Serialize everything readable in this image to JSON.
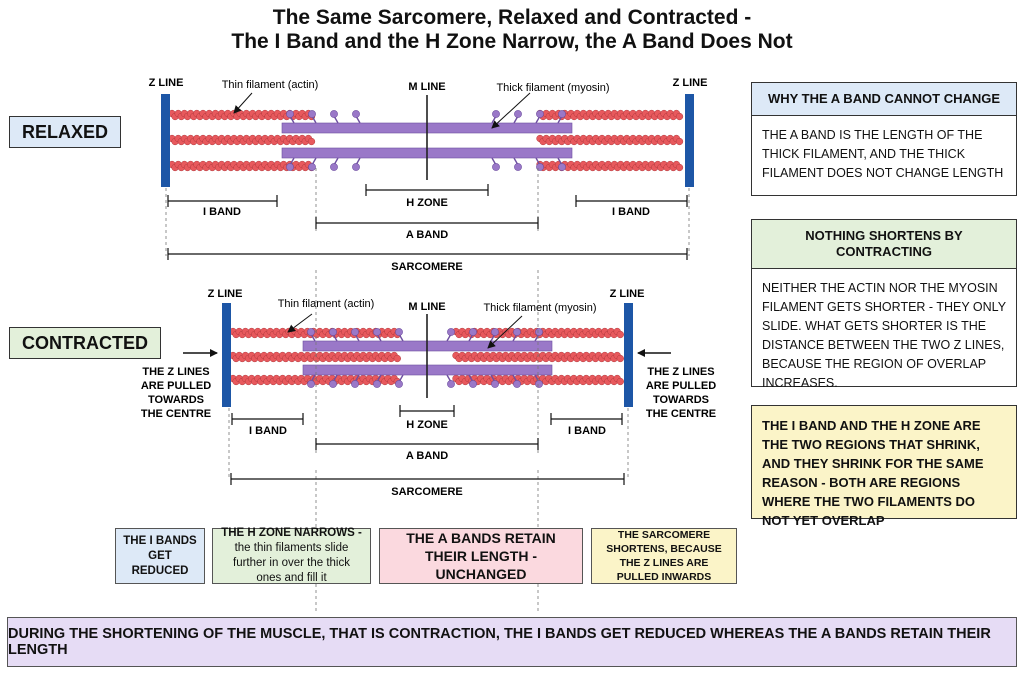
{
  "title": {
    "line1": "The Same Sarcomere, Relaxed and Contracted -",
    "line2": "The I Band and the H Zone Narrow, the A Band Does Not"
  },
  "relaxed": {
    "state_label": "RELAXED",
    "z_line_left": "Z LINE",
    "z_line_right": "Z LINE",
    "m_line": "M LINE",
    "thin_filament": "Thin filament (actin)",
    "thick_filament": "Thick filament (myosin)",
    "h_zone": "H ZONE",
    "i_band_left": "I BAND",
    "i_band_right": "I BAND",
    "a_band": "A BAND",
    "sarcomere": "SARCOMERE"
  },
  "contracted": {
    "state_label": "CONTRACTED",
    "z_line_left": "Z LINE",
    "z_line_right": "Z LINE",
    "m_line": "M LINE",
    "thin_filament": "Thin filament (actin)",
    "thick_filament": "Thick filament (myosin)",
    "h_zone": "H ZONE",
    "i_band_left": "I BAND",
    "i_band_right": "I BAND",
    "a_band": "A BAND",
    "sarcomere": "SARCOMERE",
    "pull_left": [
      "THE Z LINES",
      "ARE PULLED",
      "TOWARDS",
      "THE CENTRE"
    ],
    "pull_right": [
      "THE Z LINES",
      "ARE PULLED",
      "TOWARDS",
      "THE CENTRE"
    ]
  },
  "side_boxes": {
    "why": {
      "heading": "WHY THE A BAND CANNOT CHANGE",
      "body": "THE A BAND IS THE LENGTH OF THE THICK FILAMENT, AND THE THICK FILAMENT DOES NOT CHANGE LENGTH"
    },
    "nothing": {
      "heading": "NOTHING SHORTENS BY CONTRACTING",
      "body": "NEITHER THE ACTIN NOR THE MYOSIN FILAMENT GETS SHORTER - THEY ONLY SLIDE. WHAT GETS SHORTER IS THE DISTANCE BETWEEN THE TWO Z LINES, BECAUSE THE REGION OF OVERLAP INCREASES."
    },
    "shrink": {
      "body": "THE I BAND AND THE H ZONE ARE THE TWO REGIONS THAT SHRINK, AND THEY SHRINK FOR THE SAME REASON - BOTH ARE REGIONS WHERE THE TWO FILAMENTS DO NOT YET OVERLAP"
    }
  },
  "captions": {
    "i_bands": "THE I BANDS GET REDUCED",
    "h_zone_head": "THE H ZONE NARROWS -",
    "h_zone_body": "the thin filaments slide further in over the thick ones and fill it",
    "a_bands": "THE A BANDS RETAIN THEIR LENGTH - UNCHANGED",
    "sarcomere": "THE SARCOMERE SHORTENS, BECAUSE THE Z LINES ARE PULLED INWARDS"
  },
  "footer": "DURING THE SHORTENING OF THE MUSCLE, THAT IS CONTRACTION, THE I BANDS GET REDUCED WHEREAS THE A BANDS RETAIN THEIR LENGTH",
  "colors": {
    "actin": "#e8595d",
    "actin_edge": "#b03a3e",
    "myosin": "#9a78c8",
    "myosin_edge": "#6e4fa0",
    "z_line": "#1d56a6",
    "relaxed_bg": "#dde9f7",
    "contracted_bg": "#e3f0da",
    "nothing_bg": "#e3f0da",
    "shrink_bg": "#fbf4c8",
    "cap_blue": "#dde9f7",
    "cap_green": "#e3f0da",
    "cap_pink": "#fbd9df",
    "cap_yellow": "#fbf4c8"
  }
}
